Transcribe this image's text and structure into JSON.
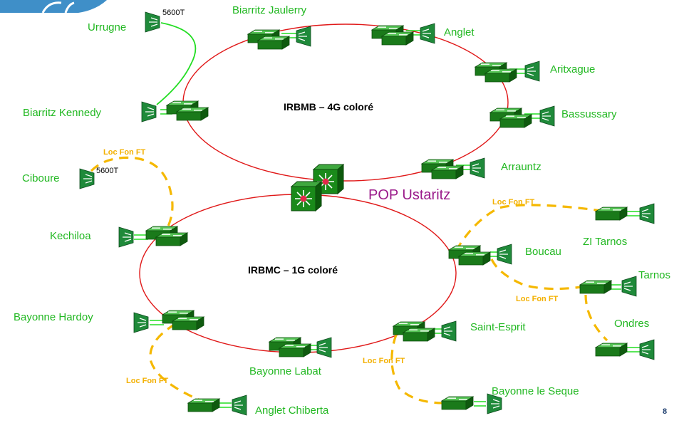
{
  "diagram": {
    "rings": {
      "irbmb": "IRBMB – 4G coloré",
      "irbmc": "IRBMC – 1G coloré"
    },
    "pop": "POP Ustaritz",
    "sites": {
      "urrugne": "Urrugne",
      "biarritz_jaulerry": "Biarritz Jaulerry",
      "anglet": "Anglet",
      "aritxague": "Aritxague",
      "bassussary": "Bassussary",
      "arrauntz": "Arrauntz",
      "biarritz_kennedy": "Biarritz Kennedy",
      "ciboure": "Ciboure",
      "kechiloa": "Kechiloa",
      "bayonne_hardoy": "Bayonne Hardoy",
      "bayonne_labat": "Bayonne Labat",
      "anglet_chiberta": "Anglet Chiberta",
      "saint_esprit": "Saint-Esprit",
      "bayonne_le_seque": "Bayonne le Seque",
      "boucau": "Boucau",
      "zi_tarnos": "ZI Tarnos",
      "tarnos": "Tarnos",
      "ondres": "Ondres"
    },
    "device_tags": {
      "urrugne": "5600T",
      "ciboure": "5600T"
    },
    "loc_fon_label": "Loc Fon FT",
    "page_number": "8"
  },
  "colors": {
    "ring": "#e01818",
    "green_link": "#22dd22",
    "loc_fon": "#f5b800",
    "site_label": "#22b822",
    "pop_label": "#9a1a8a",
    "switch": "#1a7a1a"
  }
}
